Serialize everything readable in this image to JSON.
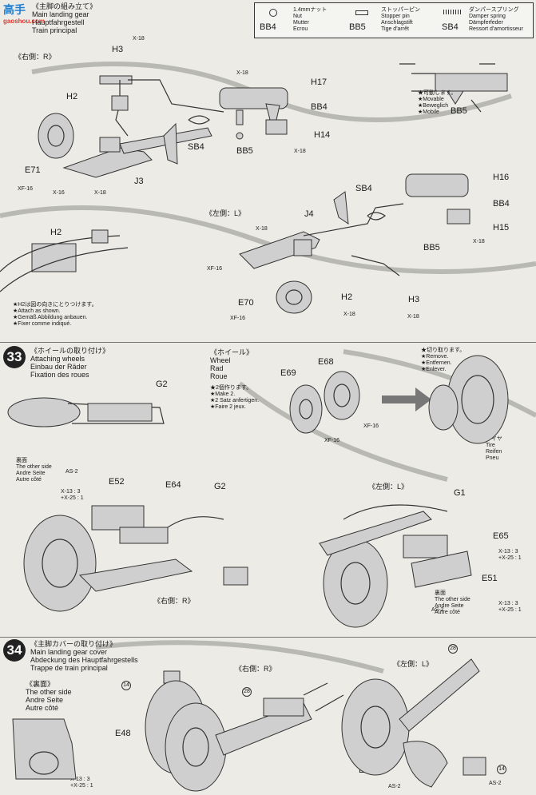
{
  "watermark": {
    "logo": "高手",
    "site": "gaoshou.com"
  },
  "top_section": {
    "title_jp": "《主脚の組み立て》",
    "title_en": "Main landing gear",
    "title_de": "Hauptfahrgestell",
    "title_fr": "Train principal",
    "right_label": "《右側：R》",
    "left_label": "《左側：L》",
    "parts": [
      "H3",
      "X-18",
      "H17",
      "X-18",
      "H2",
      "BB4",
      "SB4",
      "BB5",
      "H14",
      "X-18",
      "E71",
      "XF-16",
      "X-16",
      "J3",
      "X-18",
      "H16",
      "SB4",
      "BB4",
      "J4",
      "H15",
      "X-18",
      "BB5",
      "X-18",
      "H2",
      "XF-16",
      "E70",
      "H2",
      "H3",
      "XF-16",
      "X-18",
      "X-18"
    ],
    "note_h2": [
      "★H2は図の向きにとりつけます。",
      "★Attach as shown.",
      "★Gemäß Abbildung anbauen.",
      "★Fixer comme indiqué."
    ],
    "note_movable": [
      "★可動します。",
      "★Movable",
      "★Beweglich",
      "★Mobile"
    ],
    "bb5_label": "BB5"
  },
  "legend": {
    "items": [
      {
        "code": "BB4",
        "lines": [
          "1.4mmナット",
          "Nut",
          "Mutter",
          "Ecrou"
        ],
        "icon": "nut-icon"
      },
      {
        "code": "BB5",
        "lines": [
          "ストッパーピン",
          "Stopper pin",
          "Anschlagstift",
          "Tige d'arrêt"
        ],
        "icon": "pin-icon"
      },
      {
        "code": "SB4",
        "lines": [
          "ダンパースプリング",
          "Damper spring",
          "Dämpferfeder",
          "Ressort d'amortisseur"
        ],
        "icon": "spring-icon"
      }
    ]
  },
  "step33": {
    "number": "33",
    "title_jp": "《ホイールの取り付け》",
    "title_en": "Attaching wheels",
    "title_de": "Einbau der Räder",
    "title_fr": "Fixation des roues",
    "wheel_title": [
      "《ホイール》",
      "Wheel",
      "Rad",
      "Roue"
    ],
    "make2": [
      "★2個作ります。",
      "★Make 2.",
      "★2 Satz anfertigen.",
      "★Faire 2 jeux."
    ],
    "remove": [
      "★切り取ります。",
      "★Remove.",
      "★Entfernen.",
      "★Enlever."
    ],
    "tire": [
      "タイヤ",
      "Tire",
      "Reifen",
      "Pneu"
    ],
    "other_side": [
      "裏面",
      "The other side",
      "Andre Seite",
      "Autre côté"
    ],
    "as2": "AS-2",
    "mix": [
      "X-13 : 3",
      "+X-25 : 1"
    ],
    "right_label": "《右側：R》",
    "left_label": "《左側：L》",
    "parts": [
      "G2",
      "E69",
      "E68",
      "XF-16",
      "XF-16",
      "E52",
      "E64",
      "G2",
      "G1",
      "E65",
      "E51"
    ]
  },
  "step34": {
    "number": "34",
    "title_jp": "《主脚カバーの取り付け》",
    "title_en": "Main landing gear cover",
    "title_de": "Abdeckung des Hauptfahrgestells",
    "title_fr": "Trappe de train principal",
    "other_side": [
      "《裏面》",
      "The other side",
      "Andre Seite",
      "Autre côté"
    ],
    "right_label": "《右側：R》",
    "left_label": "《左側：L》",
    "mix": [
      "X-13 : 3",
      "+X-25 : 1"
    ],
    "parts": [
      "E48",
      "E49",
      "AS-2",
      "AS-2"
    ],
    "markers": [
      "14",
      "28",
      "28",
      "14"
    ]
  }
}
